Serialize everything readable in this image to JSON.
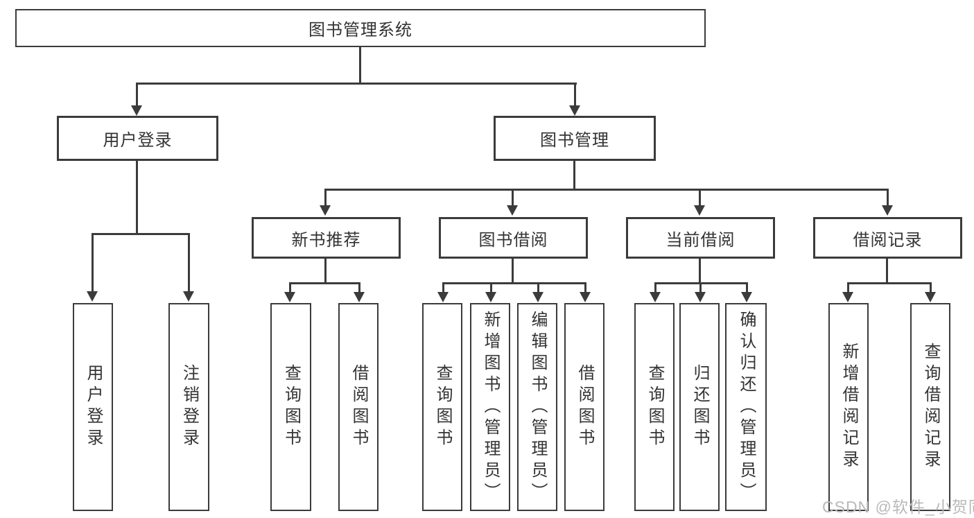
{
  "tree": {
    "root": "图书管理系统",
    "branches": [
      {
        "label": "用户登录",
        "children": [
          "用户登录",
          "注销登录"
        ]
      },
      {
        "label": "图书管理",
        "sections": [
          {
            "label": "新书推荐",
            "children": [
              "查询图书",
              "借阅图书"
            ]
          },
          {
            "label": "图书借阅",
            "children": [
              "查询图书",
              "新增图书（管理员）",
              "编辑图书（管理员）",
              "借阅图书"
            ]
          },
          {
            "label": "当前借阅",
            "children": [
              "查询图书",
              "归还图书",
              "确认归还（管理员）"
            ]
          },
          {
            "label": "借阅记录",
            "children": [
              "新增借阅记录",
              "查询借阅记录"
            ]
          }
        ]
      }
    ]
  },
  "watermark": {
    "text": "CSDN @软件_小贺同学"
  },
  "colors": {
    "line": "#3b3b3b",
    "box_background": "#ffffff",
    "text": "#333333",
    "watermark": "#b9b9b9"
  }
}
